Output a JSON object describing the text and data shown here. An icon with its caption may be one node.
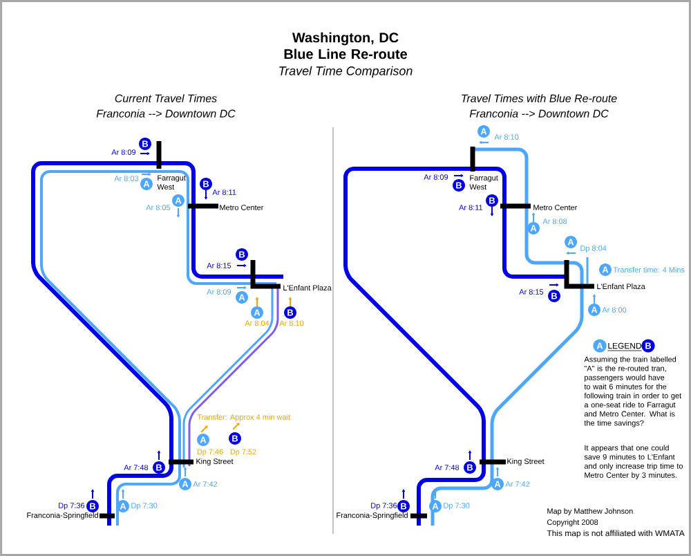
{
  "diagram": {
    "title": "Washington, DC Blue Line Re-route",
    "labels": [
      "Travel Time Comparison",
      "Current Travel Times",
      "Franconia --> Downtown DC",
      "Travel Times with Blue Re-route",
      "Franconia --> Downtown DC",
      "B",
      "Ar 8:09",
      "Farragut West",
      "Ar 8:03",
      "A",
      "B",
      "Ar 8:11",
      "Ar 8:05",
      "A",
      "Metro Center",
      "Ar 8:15",
      "B",
      "Ar 8:09",
      "A",
      "L'Enfant Plaza",
      "A",
      "B",
      "Ar 8:04",
      "Ar 8:10",
      "Transfer: Approx 4 min wait",
      "A",
      "B",
      "Dp 7:46",
      "Dp 7:52",
      "Ar 7:48",
      "B",
      "King Street",
      "A",
      "Ar 7:42",
      "Dp 7:36",
      "B",
      "A",
      "Dp 7:30",
      "Franconia-Springfield",
      "A",
      "Ar 8:10",
      "Ar 8:09",
      "B",
      "Farragut West",
      "Ar 8:11",
      "B",
      "Metro Center",
      "A",
      "Ar 8:08",
      "A",
      "Dp 8:04",
      "A",
      "Transfer time: 4 Mins",
      "Ar 8:15",
      "B",
      "L'Enfant Plaza",
      "A",
      "Ar 8:00",
      "LEGEND",
      "Assuming the train labelled \"A\" is the re-routed tran, passengers would have to wait 6 minutes for the following train in order to get a one-seat ride to Farragut and Metro Center. What is the time savings?",
      "It appears that one could save 9 minutes to L'Enfant and only increase trip time to Metro Center by 3 minutes.",
      "Ar 7:48",
      "B",
      "King Street",
      "A",
      "Ar 7:42",
      "Dp 7:36",
      "B",
      "A",
      "Dp 7:30",
      "Franconia-Springfield",
      "Map by Matthew Johnson",
      "Copyright 2008",
      "This map is not affiliated with WMATA"
    ],
    "legend": [
      {
        "text": "A",
        "color": "#4da6ff"
      },
      {
        "text": "B",
        "color": "#0000e6"
      }
    ]
  }
}
